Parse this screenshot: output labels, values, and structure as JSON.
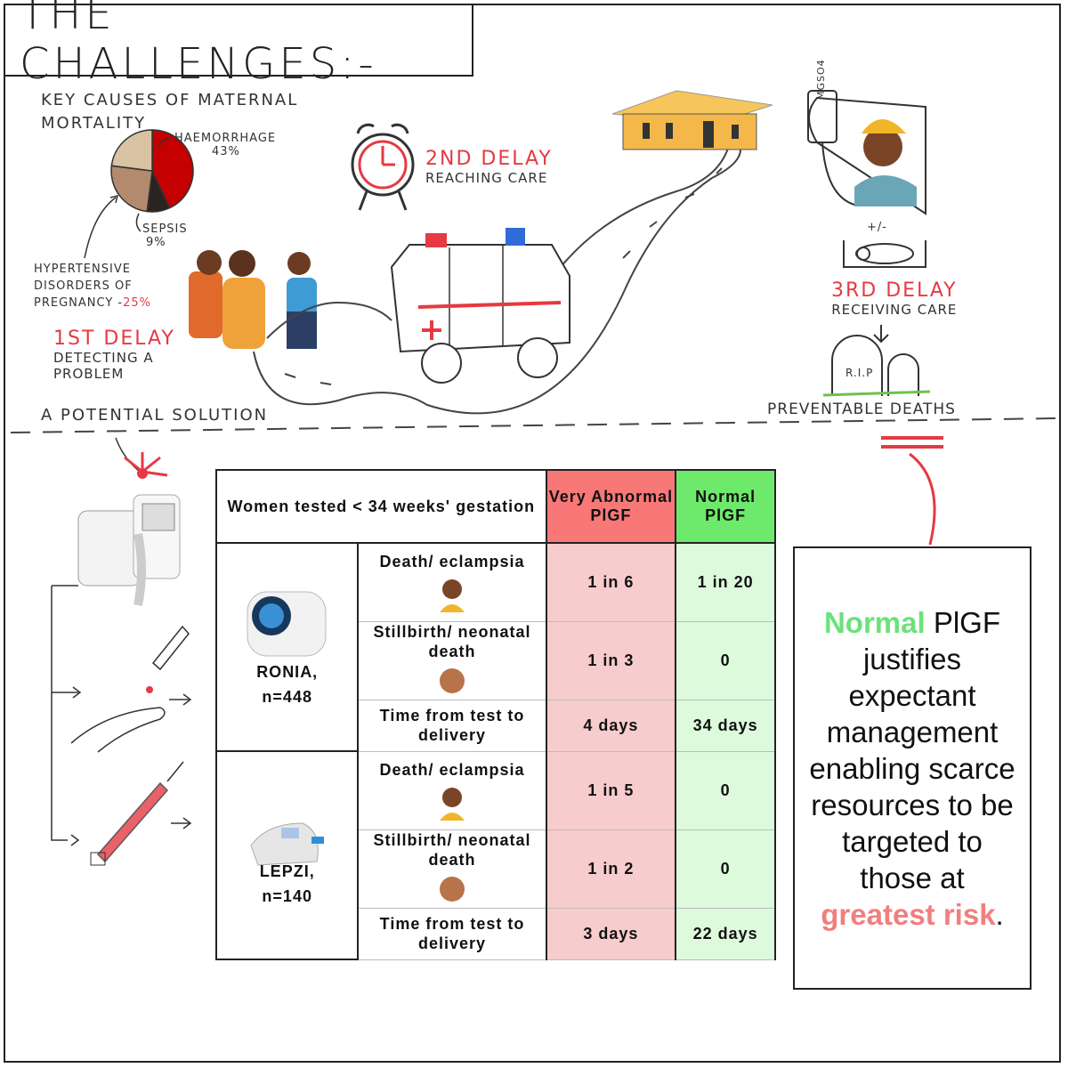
{
  "header": {
    "title": "THE CHALLENGES:-"
  },
  "causes": {
    "title": "KEY CAUSES OF MATERNAL MORTALITY",
    "haemorrhage": {
      "label": "HAEMORRHAGE",
      "value": "43%"
    },
    "sepsis": {
      "label": "SEPSIS",
      "value": "9%"
    },
    "hypertensive": {
      "line1": "HYPERTENSIVE",
      "line2": "DISORDERS OF",
      "line3": "PREGNANCY -",
      "value": "25%"
    }
  },
  "chart_data": {
    "type": "pie",
    "title": "KEY CAUSES OF MATERNAL MORTALITY",
    "categories": [
      "HAEMORRHAGE",
      "SEPSIS",
      "HYPERTENSIVE DISORDERS OF PREGNANCY"
    ],
    "values": [
      43,
      9,
      25
    ],
    "colors": [
      "#c40000",
      "#2b2320",
      "#b38a6d"
    ]
  },
  "delays": {
    "first": {
      "title": "1ST DELAY",
      "line1": "DETECTING A",
      "line2": "PROBLEM"
    },
    "second": {
      "title": "2ND DELAY",
      "line1": "REACHING CARE"
    },
    "third": {
      "title": "3RD DELAY",
      "line1": "RECEIVING CARE"
    }
  },
  "misc": {
    "drip_label": "MGSO4",
    "plus_minus": "+/-",
    "rip": "R.I.P",
    "preventable": "PREVENTABLE DEATHS",
    "solution": "A POTENTIAL SOLUTION"
  },
  "table": {
    "header": {
      "group": "Women tested < 34 weeks' gestation",
      "very_abnormal": "Very Abnormal PlGF",
      "normal": "Normal PlGF"
    },
    "studies": [
      {
        "name": "RONIA,",
        "n": "n=448",
        "rows": [
          {
            "outcome": "Death/ eclampsia",
            "very_abnormal": "1 in 6",
            "normal": "1 in 20"
          },
          {
            "outcome": "Stillbirth/ neonatal death",
            "very_abnormal": "1 in 3",
            "normal": "0"
          },
          {
            "outcome": "Time from test to delivery",
            "very_abnormal": "4 days",
            "normal": "34 days"
          }
        ]
      },
      {
        "name": "LEPZI,",
        "n": "n=140",
        "rows": [
          {
            "outcome": "Death/ eclampsia",
            "very_abnormal": "1 in 5",
            "normal": "0"
          },
          {
            "outcome": "Stillbirth/ neonatal death",
            "very_abnormal": "1 in 2",
            "normal": "0"
          },
          {
            "outcome": "Time from test to delivery",
            "very_abnormal": "3 days",
            "normal": "22 days"
          }
        ]
      }
    ]
  },
  "callout": {
    "normal_word": "Normal",
    "text_a": " PlGF justifies expectant management enabling scarce resources to be targeted to those at ",
    "risk": "greatest risk",
    "end": "."
  }
}
